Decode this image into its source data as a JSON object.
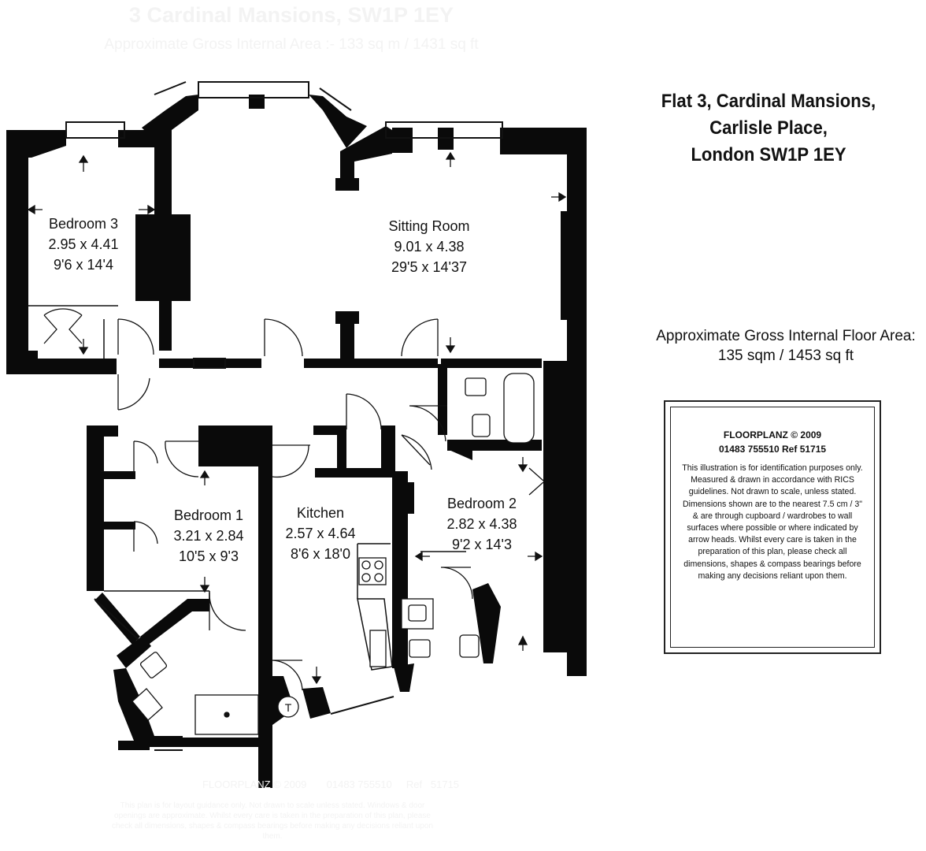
{
  "header": {
    "ghost_title": "3 Cardinal Mansions, SW1P 1EY",
    "ghost_area": "Approximate Gross Internal Area :- 133 sq m / 1431 sq ft"
  },
  "address": {
    "line1": "Flat 3, Cardinal Mansions,",
    "line2": "Carlisle Place,",
    "line3": "London SW1P 1EY"
  },
  "floor_area": {
    "label": "Approximate Gross Internal Floor Area:",
    "value": "135 sqm / 1453 sq ft"
  },
  "rooms": {
    "bedroom3": {
      "name": "Bedroom 3",
      "metric": "2.95 x 4.41",
      "imperial": "9'6 x 14'4"
    },
    "sitting": {
      "name": "Sitting Room",
      "metric": "9.01 x 4.38",
      "imperial": "29'5 x 14'37"
    },
    "bedroom1": {
      "name": "Bedroom 1",
      "metric": "3.21 x 2.84",
      "imperial": "10'5 x 9'3"
    },
    "kitchen": {
      "name": "Kitchen",
      "metric": "2.57 x 4.64",
      "imperial": "8'6 x 18'0"
    },
    "bedroom2": {
      "name": "Bedroom 2",
      "metric": "2.82 x 4.38",
      "imperial": "9'2 x 14'3"
    }
  },
  "symbols": {
    "tank": "T"
  },
  "disclaimer": {
    "company": "FLOORPLANZ © 2009",
    "contact": "01483 755510   Ref  51715",
    "text": "This illustration is for identification purposes only. Measured & drawn in accordance with RICS guidelines. Not drawn to scale, unless stated. Dimensions shown are to the nearest 7.5 cm / 3\" & are through cupboard / wardrobes to wall surfaces where possible or where indicated by arrow heads. Whilst every care is taken in the preparation of this plan, please check all dimensions, shapes & compass bearings before making any decisions reliant upon them."
  },
  "footer": {
    "ghost_ref": "FLOORPLANZ © 2009       01483 755510     Ref   51715",
    "ghost_note": "This plan is for layout guidance only. Not drawn to scale unless stated. Windows & door openings are approximate. Whilst every care is taken in the preparation of this plan, please check all dimensions, shapes & compass bearings before making any decisions reliant upon them."
  },
  "colors": {
    "wall": "#0a0a0a",
    "ghost": "#f3f3f3"
  }
}
